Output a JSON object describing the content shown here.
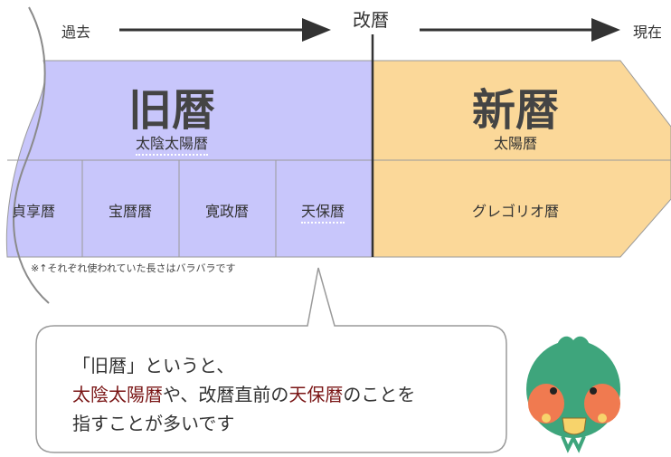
{
  "timeline": {
    "past_label": "過去",
    "reform_label": "改暦",
    "present_label": "現在"
  },
  "old_calendar": {
    "title": "旧暦",
    "subtitle": "太陰太陽暦",
    "eras": [
      "貞享暦",
      "宝暦暦",
      "寛政暦",
      "天保暦"
    ]
  },
  "new_calendar": {
    "title": "新暦",
    "subtitle": "太陽暦",
    "era": "グレゴリオ暦"
  },
  "note": "※↑それぞれ使われていた長さはバラバラです",
  "bubble": {
    "line1": "「旧暦」というと、",
    "hl1": "太陰太陽暦",
    "mid": "や、改暦直前の",
    "hl2": "天保暦",
    "tail": "のことを",
    "line3": "指すことが多いです"
  },
  "colors": {
    "old_fill": "#c8c6fb",
    "new_fill": "#fbd899",
    "highlight": "#7a1616",
    "bird_green": "#3ea57c",
    "bird_orange": "#f07a50"
  }
}
